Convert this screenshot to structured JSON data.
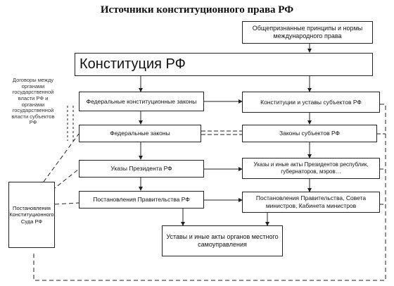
{
  "title": "Источники конституционного права РФ",
  "boxes": {
    "intl": "Общепризнанные принципы и нормы международного права",
    "constitution": "Конституция РФ",
    "fkz": "Федеральные конституционные законы",
    "subj_const": "Конституции и уставы субъектов РФ",
    "fz": "Федеральные законы",
    "subj_laws": "Законы субъектов РФ",
    "president": "Указы Президента РФ",
    "subj_president": "Указы и иные акты Президентов республик, губернаторов, мэров…",
    "gov": "Постановления Правительства РФ",
    "subj_gov": "Постановления Правительства, Совета министров, Кабинета министров",
    "local": "Уставы и иные акты органов местного самоуправления",
    "court": "Постановления Конституционного Суда РФ"
  },
  "notes": {
    "treaties": "Договоры между органами государственной власти РФ и органами государственной власти субъектов РФ"
  }
}
